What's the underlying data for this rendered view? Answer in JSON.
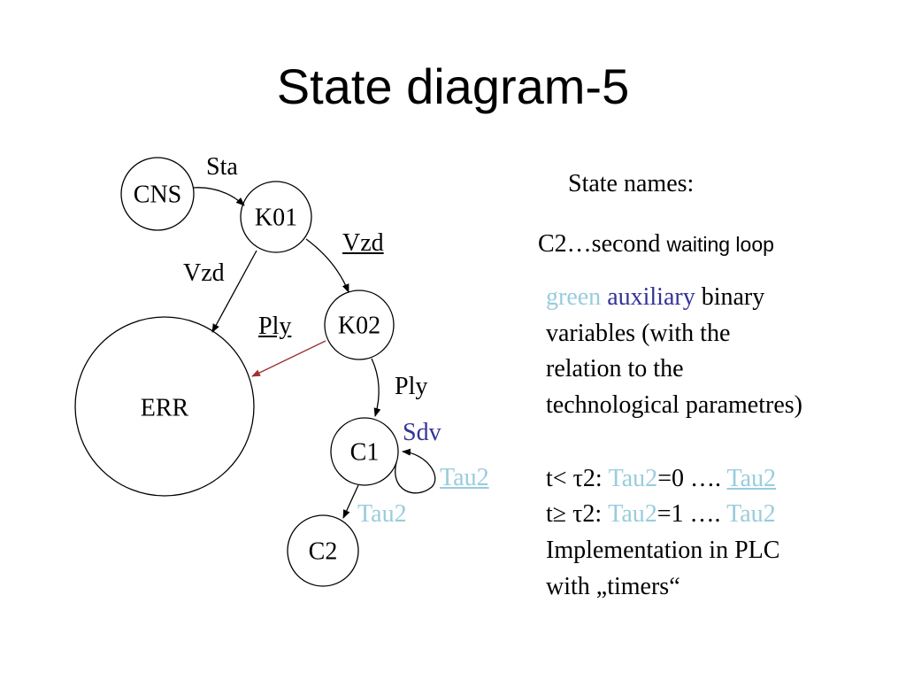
{
  "title": "State diagram-5",
  "colors": {
    "line": "#000000",
    "err_arrow": "#993333",
    "auxiliary_green": "#99ccdd",
    "auxiliary_blue": "#333399"
  },
  "states": {
    "cns": "CNS",
    "k01": "K01",
    "k02": "K02",
    "err": "ERR",
    "c1": "C1",
    "c2": "C2"
  },
  "transitions": {
    "sta": "Sta",
    "vzd_k01_k02": "Vzd",
    "vzd_k01_err": "Vzd",
    "ply_k02_err": "Ply",
    "ply_k02_c1": "Ply",
    "sdv": "Sdv",
    "tau2_loop": "Tau2",
    "tau2_c1_c2": "Tau2"
  },
  "legend": {
    "heading": "State names:",
    "c2_line_serif": "C2…second",
    "c2_line_sans": "waiting loop",
    "green_word": "green",
    "auxiliary_word": "auxiliary",
    "binary_text": "binary",
    "para_line2": "variables (with the",
    "para_line3": "relation to the",
    "para_line4": "technological parametres)",
    "t_lt_prefix": "t< τ2: ",
    "t_lt_var": "Tau2",
    "t_lt_mid": "=0 …. ",
    "t_lt_link": "Tau2",
    "t_ge_prefix": "t≥ τ2: ",
    "t_ge_var": "Tau2",
    "t_ge_mid": "=1 …. ",
    "t_ge_end": "Tau2",
    "impl_line1": "Implementation in PLC",
    "impl_line2": "with „timers“"
  }
}
